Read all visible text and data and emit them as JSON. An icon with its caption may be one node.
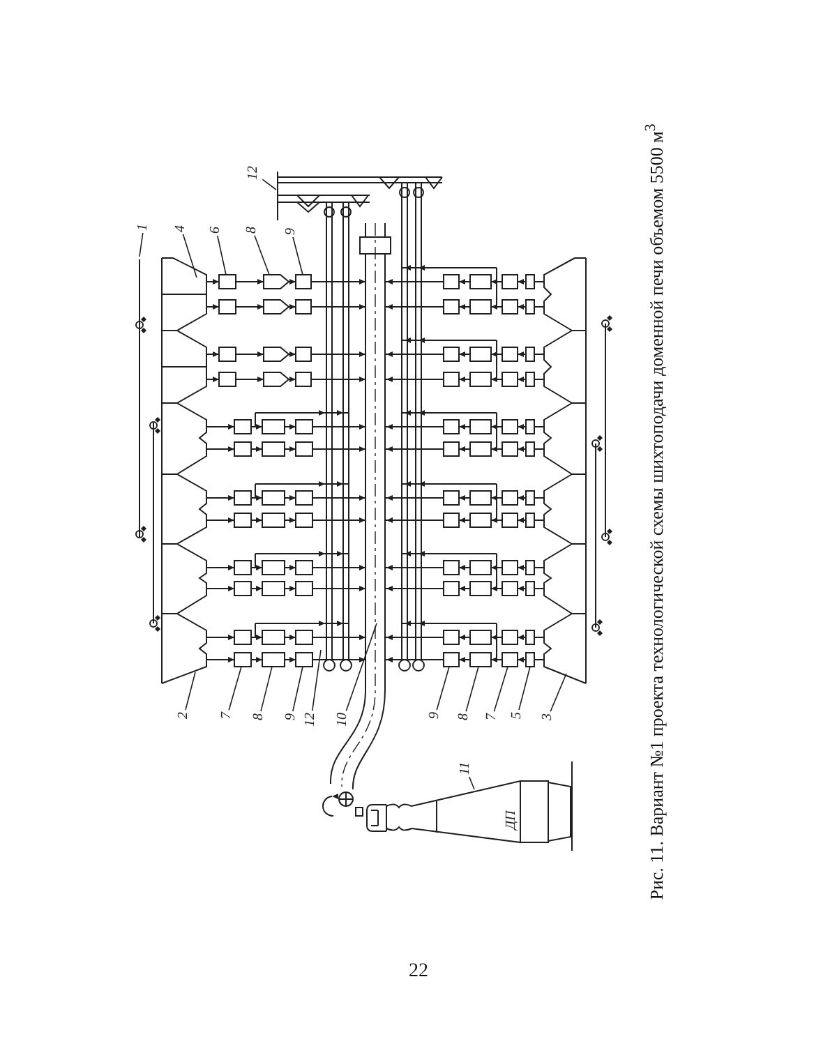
{
  "diagram": {
    "caption": "Рис. 11. Вариант №1 проекта технологической схемы шихтоподачи доменной печи объемом 5500 м$^{3}$",
    "nodes": [
      {
        "text": [
          "1"
        ]
      },
      {
        "text": [
          "4"
        ]
      },
      {
        "text": [
          "6"
        ]
      },
      {
        "text": [
          "8"
        ]
      },
      {
        "text": [
          "9"
        ]
      },
      {
        "text": [
          "12"
        ]
      },
      {
        "text": [
          "2"
        ]
      },
      {
        "text": [
          "7"
        ]
      },
      {
        "text": [
          "8"
        ]
      },
      {
        "text": [
          "9"
        ]
      },
      {
        "text": [
          "12"
        ]
      },
      {
        "text": [
          "10"
        ]
      },
      {
        "text": [
          "9"
        ]
      },
      {
        "text": [
          "8"
        ]
      },
      {
        "text": [
          "7"
        ]
      },
      {
        "text": [
          "5"
        ]
      },
      {
        "text": [
          "3"
        ]
      },
      {
        "text": [
          "ДП"
        ]
      },
      {
        "text": [
          "11"
        ]
      }
    ],
    "edges": [
      {
        "from": 0,
        "to": null,
        "arrow": "none"
      },
      {
        "from": 1,
        "to": null,
        "arrow": "none"
      },
      {
        "from": 2,
        "to": null,
        "arrow": "none"
      },
      {
        "from": 3,
        "to": null,
        "arrow": "none"
      },
      {
        "from": 4,
        "to": null,
        "arrow": "none"
      },
      {
        "from": 5,
        "to": null,
        "arrow": "none"
      },
      {
        "from": 6,
        "to": null,
        "arrow": "none"
      },
      {
        "from": 7,
        "to": null,
        "arrow": "none"
      },
      {
        "from": 8,
        "to": null,
        "arrow": "none"
      },
      {
        "from": 9,
        "to": null,
        "arrow": "none"
      },
      {
        "from": 10,
        "to": null,
        "arrow": "none"
      },
      {
        "from": 11,
        "to": null,
        "arrow": "none"
      },
      {
        "from": 12,
        "to": null,
        "arrow": "none"
      },
      {
        "from": 13,
        "to": null,
        "arrow": "none"
      },
      {
        "from": 14,
        "to": null,
        "arrow": "none"
      },
      {
        "from": 15,
        "to": null,
        "arrow": "none"
      },
      {
        "from": 16,
        "to": null,
        "arrow": "none"
      },
      {
        "from": 18,
        "to": 17,
        "arrow": "none"
      }
    ],
    "labels": [
      "22"
    ]
  }
}
